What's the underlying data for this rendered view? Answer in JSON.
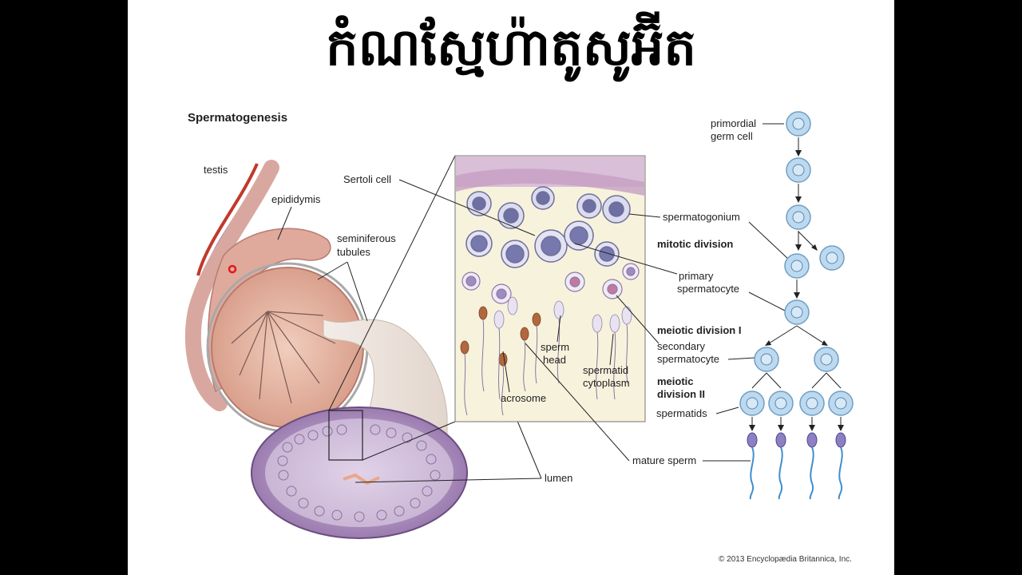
{
  "slide": {
    "title": "កំណស្មែហ៉ាតូសូអ៊ីត"
  },
  "figure": {
    "title": "Spermatogenesis",
    "copyright": "© 2013 Encyclopædia Britannica, Inc."
  },
  "anatomy_labels": {
    "testis": "testis",
    "epididymis": "epididymis",
    "seminiferous_line1": "seminiferous",
    "seminiferous_line2": "tubules",
    "lumen": "lumen"
  },
  "detail_labels": {
    "sertoli": "Sertoli cell",
    "sperm_head_line1": "sperm",
    "sperm_head_line2": "head",
    "spermatid_cyto_line1": "spermatid",
    "spermatid_cyto_line2": "cytoplasm",
    "acrosome": "acrosome",
    "mature_sperm": "mature sperm"
  },
  "stage_labels": {
    "primordial_line1": "primordial",
    "primordial_line2": "germ cell",
    "spermatogonium": "spermatogonium",
    "mitotic": "mitotic division",
    "primary_line1": "primary",
    "primary_line2": "spermatocyte",
    "meiotic1": "meiotic division I",
    "secondary_line1": "secondary",
    "secondary_line2": "spermatocyte",
    "meiotic2_line1": "meiotic",
    "meiotic2_line2": "division II",
    "spermatids": "spermatids"
  },
  "colors": {
    "cell_fill": "#bcd9ef",
    "cell_stroke": "#6f9fc3",
    "tubule_purple": "#8a6a9e",
    "testis_pink": "#e6b8a6",
    "sperm_blue": "#3f8fd0"
  }
}
